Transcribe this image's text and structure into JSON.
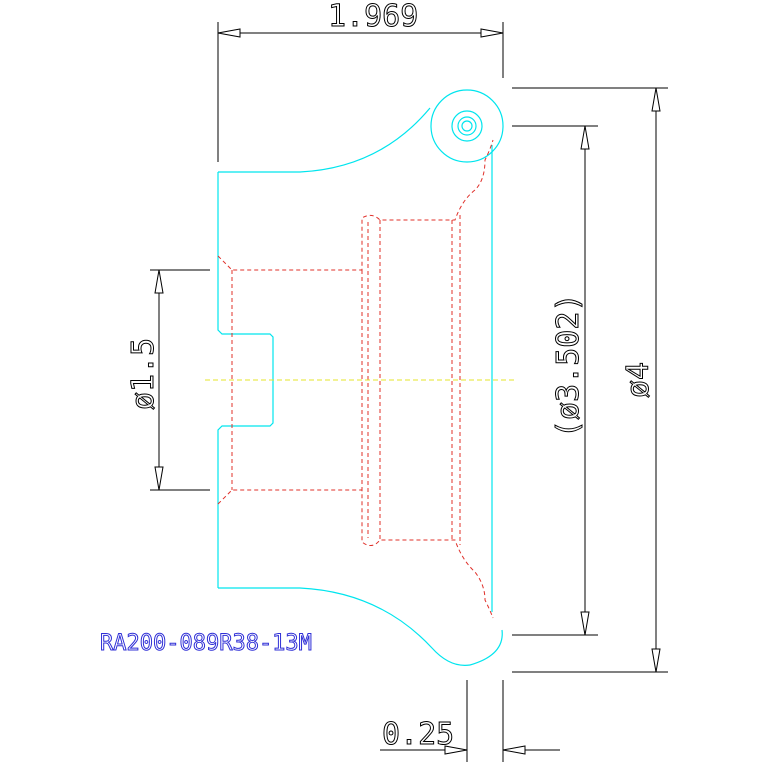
{
  "dimensions": {
    "top_width": "1.969",
    "inner_diameter": "ø1.5",
    "ref_diameter": "(ø3.502)",
    "outer_diameter": "ø4",
    "bottom_offset": "0.25"
  },
  "part_number": "RA200-089R38-13M",
  "colors": {
    "outline": "#00e5ee",
    "hidden": "#e0302a",
    "dimension": "#000000",
    "centerline": "#e6e62a",
    "label": "#2f2fd6"
  }
}
